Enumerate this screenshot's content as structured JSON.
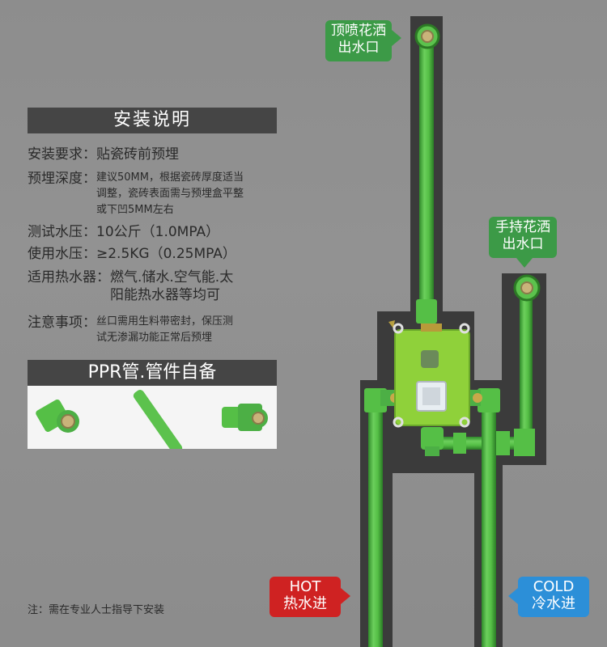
{
  "install": {
    "title": "安装说明",
    "rows": [
      {
        "label": "安装要求：",
        "value": "贴瓷砖前预埋"
      },
      {
        "label": "预埋深度：",
        "value": "建议50MM，根据瓷砖厚度适当调整，瓷砖表面需与预埋盒平整或下凹5MM左右"
      },
      {
        "label": "测试水压：",
        "value": "10公斤（1.0MPA）"
      },
      {
        "label": "使用水压：",
        "value": "≥2.5KG（0.25MPA）"
      },
      {
        "label": "适用热水器：",
        "value": "燃气.储水.空气能.太阳能热水器等均可"
      },
      {
        "label": "注意事项：",
        "value": "丝口需用生料带密封，保压测试无渗漏功能正常后预埋"
      }
    ],
    "rows_display": {
      "r2_line1": "建议50MM，根据瓷砖厚度适当",
      "r2_line2": "调整，瓷砖表面需与预埋盒平整",
      "r2_line3": "或下凹5MM左右",
      "r5_line1": "燃气.储水.空气能.太",
      "r5_line2": "阳能热水器等均可",
      "r6_line1": "丝口需用生料带密封，保压测",
      "r6_line2": "试无渗漏功能正常后预埋"
    }
  },
  "ppr": {
    "title": "PPR管.管件自备"
  },
  "note": "注：需在专业人士指导下安装",
  "callouts": {
    "top_shower": {
      "line1": "顶喷花洒",
      "line2": "出水口"
    },
    "hand_shower": {
      "line1": "手持花洒",
      "line2": "出水口"
    },
    "hot": {
      "line1": "HOT",
      "line2": "热水进"
    },
    "cold": {
      "line1": "COLD",
      "line2": "冷水进"
    }
  },
  "colors": {
    "pipe_green": "#4fb848",
    "pipe_dark": "#2e7d32",
    "valve_green": "#8fd13a",
    "channel": "#3a3a3a",
    "hot_red": "#cf2222",
    "cold_blue": "#2c8fd8",
    "label_green": "#3c9a47"
  }
}
